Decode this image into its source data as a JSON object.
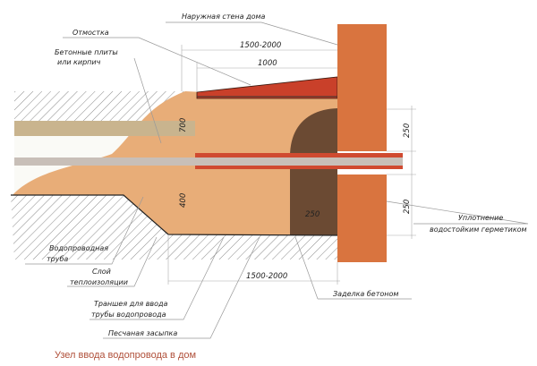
{
  "title": "Узел ввода водопровода в дом",
  "labels": {
    "outer_wall": "Наружная стена дома",
    "blind_area": "Отмостка",
    "slabs_1": "Бетонные плиты",
    "slabs_2": "или кирпич",
    "pipe_1": "Водопроводная",
    "pipe_2": "труба",
    "insulation_1": "Слой",
    "insulation_2": "теплоизоляции",
    "trench_1": "Траншея для ввода",
    "trench_2": "трубы водопровода",
    "sand": "Песчаная засыпка",
    "concrete": "Заделка бетоном",
    "seal_1": "Уплотнение",
    "seal_2": "водостойким герметиком"
  },
  "dimensions": {
    "top_outer": "1500-2000",
    "top_inner": "1000",
    "depth_upper": "700",
    "depth_lower": "400",
    "concrete_width": "250",
    "right_upper": "250",
    "right_lower": "250",
    "bottom": "1500-2000"
  },
  "colors": {
    "wall": "#d9743f",
    "sand": "#e8ad78",
    "concrete": "#6b4a33",
    "blind_area": "#c9402a",
    "insulation": "#c9b48e",
    "pipe": "#c8bfb8",
    "sleeve": "#d04a30"
  }
}
